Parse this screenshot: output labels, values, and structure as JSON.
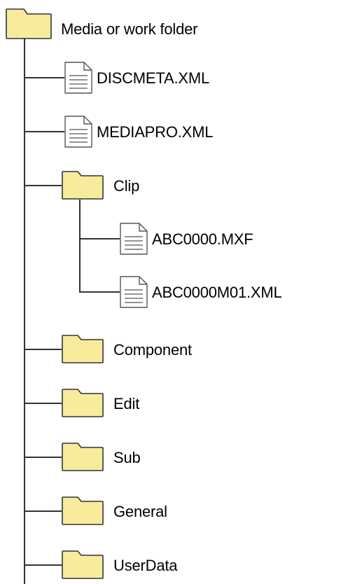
{
  "root": {
    "label": "Media or work folder",
    "icon": "folder-icon"
  },
  "items": [
    {
      "label": "DISCMETA.XML",
      "icon": "file-icon"
    },
    {
      "label": "MEDIAPRO.XML",
      "icon": "file-icon"
    },
    {
      "label": "Clip",
      "icon": "folder-icon",
      "children": [
        {
          "label": "ABC0000.MXF",
          "icon": "file-icon"
        },
        {
          "label": "ABC0000M01.XML",
          "icon": "file-icon"
        }
      ]
    },
    {
      "label": "Component",
      "icon": "folder-icon"
    },
    {
      "label": "Edit",
      "icon": "folder-icon"
    },
    {
      "label": "Sub",
      "icon": "folder-icon"
    },
    {
      "label": "General",
      "icon": "folder-icon"
    },
    {
      "label": "UserData",
      "icon": "folder-icon"
    }
  ],
  "colors": {
    "folder_fill": "#f8ec9c",
    "folder_stroke": "#333333",
    "file_fill": "#ffffff",
    "file_stroke": "#555555",
    "line": "#333333",
    "text": "#000000"
  }
}
